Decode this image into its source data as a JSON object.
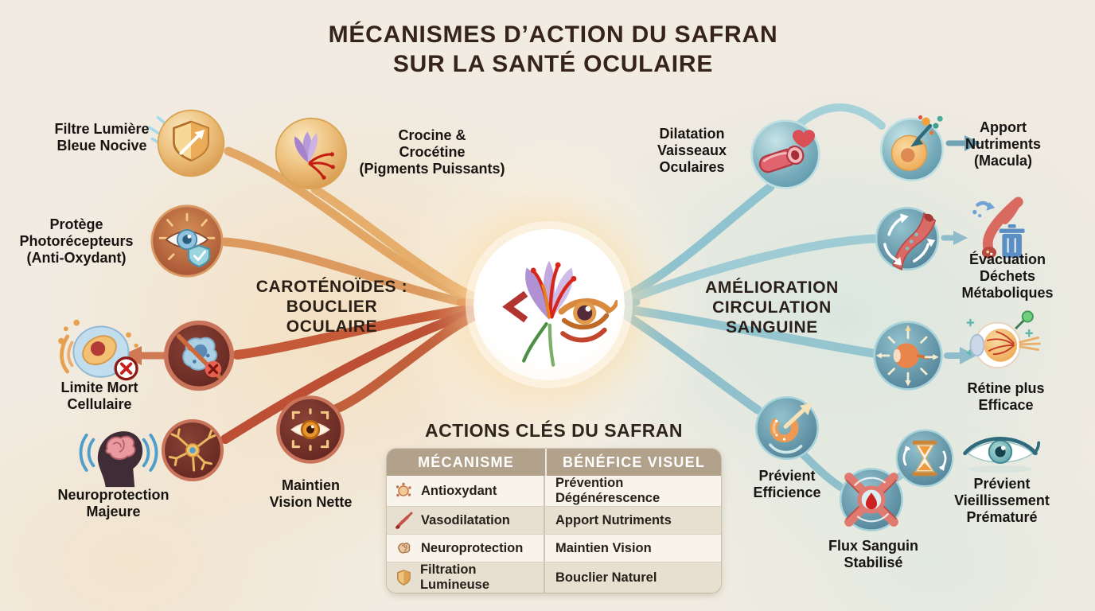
{
  "title": "MÉCANISMES D’ACTION DU SAFRAN\nSUR LA SANTÉ OCULAIRE",
  "center": {
    "icon": "saffron-flower-eye-icon"
  },
  "left": {
    "heading": "CAROTÉNOÏDES :\nBOUCLIER\nOCULAIRE",
    "nodes": [
      {
        "label": "Filtre Lumière\nBleue Nocive",
        "icon": "shield-light-filter-icon"
      },
      {
        "label": "Crocine &\nCrocétine\n(Pigments Puissants)",
        "icon": "saffron-flower-icon"
      },
      {
        "label": "Protège\nPhotorécepteurs\n(Anti-Oxydant)",
        "icon": "eye-shield-icon"
      },
      {
        "label": "Limite Mort\nCellulaire",
        "icon": "cell-no-death-icon"
      },
      {
        "label": "Neuroprotection\nMajeure",
        "icon": "brain-waves-icon"
      },
      {
        "label": "Maintien\nVision Nette",
        "icon": "eye-focus-icon"
      }
    ]
  },
  "right": {
    "heading": "AMÉLIORATION\nCIRCULATION\nSANGUINE",
    "nodes": [
      {
        "label": "Dilatation\nVaisseaux\nOculaires",
        "icon": "blood-vessel-heart-icon"
      },
      {
        "label": "Apport\nNutriments\n(Macula)",
        "icon": "macula-nutrients-icon"
      },
      {
        "label": "Évacuation\nDéchets\nMétaboliques",
        "icon": "vessel-waste-trash-icon"
      },
      {
        "label": "Rétine plus\nEfficace",
        "icon": "retina-eye-icon"
      },
      {
        "label": "Prévient\nEfficience",
        "icon": "gauge-icon"
      },
      {
        "label": "Prévient\nVieillissement\nPrématuré",
        "icon": "blue-eye-icon"
      },
      {
        "label": "Flux Sanguin\nStabilisé",
        "icon": "vessel-cross-drop-icon"
      }
    ],
    "extra_icon": "hourglass-icon"
  },
  "table": {
    "title": "ACTIONS CLÉS DU SAFRAN",
    "headers": [
      "MÉCANISME",
      "BÉNÉFICE VISUEL"
    ],
    "rows": [
      {
        "icon": "molecule-icon",
        "mechanism": "Antioxydant",
        "benefit": "Prévention Dégénérescence"
      },
      {
        "icon": "vessel-icon",
        "mechanism": "Vasodilatation",
        "benefit": "Apport Nutriments"
      },
      {
        "icon": "brain-icon",
        "mechanism": "Neuroprotection",
        "benefit": "Maintien Vision"
      },
      {
        "icon": "shield-icon",
        "mechanism": "Filtration Lumineuse",
        "benefit": "Bouclier Naturel"
      }
    ]
  },
  "colors": {
    "background": "#f1ebe1",
    "title_text": "#36241a",
    "warm_branch": "#cf7040",
    "teal_branch": "#9fccd4",
    "gold_node": "#e8b86d",
    "maroon_node": "#6f2d27",
    "teal_node": "#7fb5c0",
    "table_header_bg": "#b2a28b"
  }
}
